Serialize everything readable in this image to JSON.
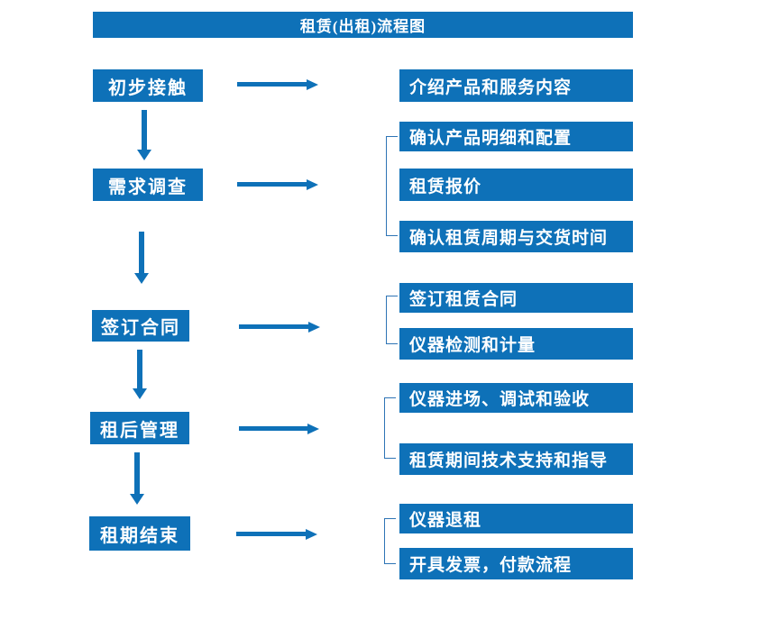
{
  "title": "租赁(出租)流程图",
  "colors": {
    "primary_blue": "#0E71B8",
    "bracket_blue": "#2E74B5",
    "text_white": "#FFFFFF",
    "background": "#FFFFFF"
  },
  "diagram": {
    "type": "flowchart",
    "direction": "top-to-bottom",
    "steps": [
      {
        "label": "初步接触",
        "details": [
          "介绍产品和服务内容"
        ]
      },
      {
        "label": "需求调查",
        "details": [
          "确认产品明细和配置",
          "租赁报价",
          "确认租赁周期与交货时间"
        ]
      },
      {
        "label": "签订合同",
        "details": [
          "签订租赁合同",
          "仪器检测和计量"
        ]
      },
      {
        "label": "租后管理",
        "details": [
          "仪器进场、调试和验收",
          "租赁期间技术支持和指导"
        ]
      },
      {
        "label": "租期结束",
        "details": [
          "仪器退租",
          "开具发票，付款流程"
        ]
      }
    ]
  }
}
